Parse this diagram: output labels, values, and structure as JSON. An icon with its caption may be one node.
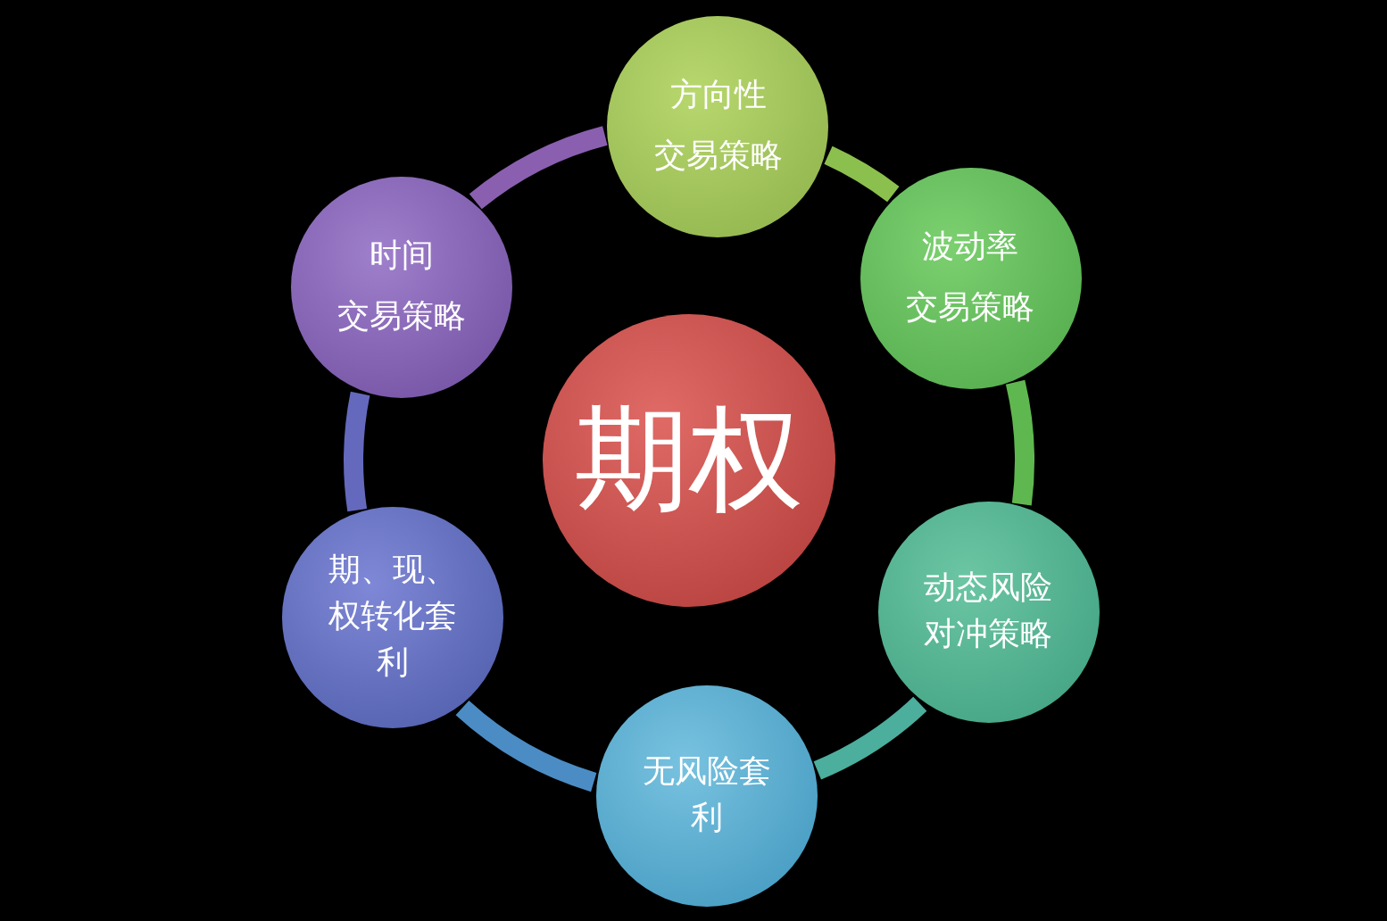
{
  "diagram": {
    "nodes": [
      {
        "text": [
          "期权"
        ]
      },
      {
        "text": [
          "方向性",
          "交易策略"
        ]
      },
      {
        "text": [
          "波动率",
          "交易策略"
        ]
      },
      {
        "text": [
          "动态风险对冲策略"
        ]
      },
      {
        "text": [
          "无风险套利"
        ]
      },
      {
        "text": [
          "期、现、权转化套利"
        ]
      },
      {
        "text": [
          "时间",
          "交易策略"
        ]
      }
    ],
    "edges": [
      {
        "from": 1,
        "to": 2,
        "arrow": "none",
        "color": "#8cc04e"
      },
      {
        "from": 2,
        "to": 3,
        "arrow": "none",
        "color": "#5fb84f"
      },
      {
        "from": 3,
        "to": 4,
        "arrow": "none",
        "color": "#4cae9c"
      },
      {
        "from": 4,
        "to": 5,
        "arrow": "none",
        "color": "#4b8cc4"
      },
      {
        "from": 5,
        "to": 6,
        "arrow": "none",
        "color": "#6469bd"
      },
      {
        "from": 6,
        "to": 1,
        "arrow": "none",
        "color": "#8a5fb0"
      }
    ]
  }
}
